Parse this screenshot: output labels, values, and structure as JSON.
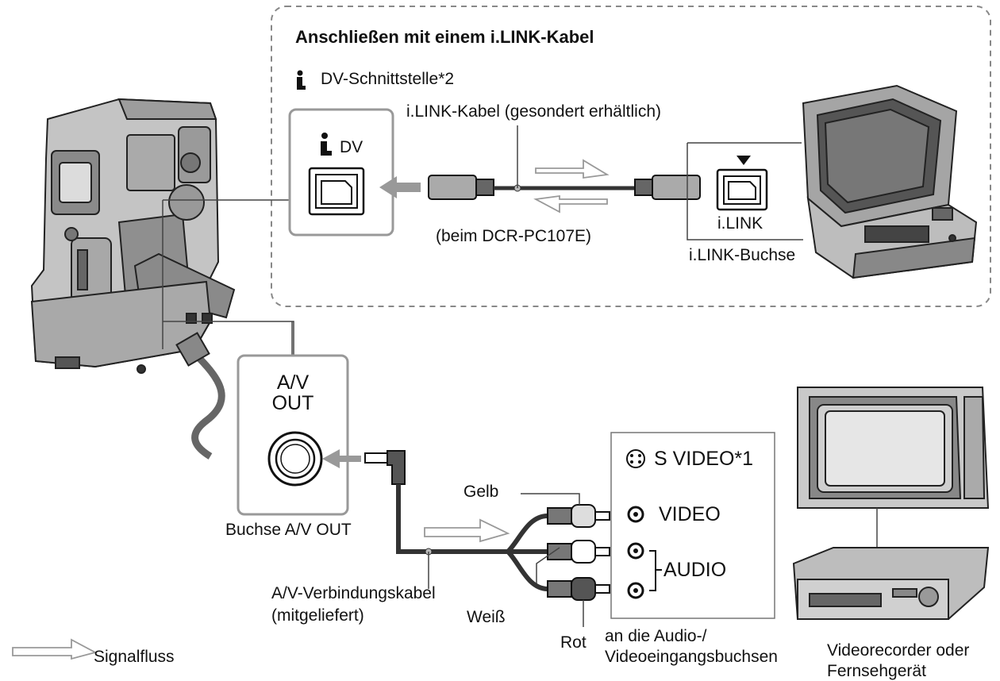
{
  "ilink_section": {
    "title": "Anschließen mit einem i.LINK-Kabel",
    "interface_label": "DV-Schnittstelle*2",
    "port_label": "DV",
    "cable_label": "i.LINK-Kabel (gesondert erhältlich)",
    "model_note": "(beim DCR-PC107E)",
    "device_port_label": "i.LINK",
    "jack_label": "i.LINK-Buchse"
  },
  "av_section": {
    "port_label_1": "A/V",
    "port_label_2": "OUT",
    "jack_label": "Buchse A/V OUT",
    "cable_label_1": "A/V-Verbindungskabel",
    "cable_label_2": "(mitgeliefert)",
    "wire_yellow": "Gelb",
    "wire_white": "Weiß",
    "wire_red": "Rot",
    "svideo_label": "S VIDEO*1",
    "video_label": "VIDEO",
    "audio_label": "AUDIO",
    "input_label_1": "an die Audio-/",
    "input_label_2": "Videoeingangsbuchsen",
    "device_label_1": "Videorecorder oder",
    "device_label_2": "Fernsehgerät"
  },
  "legend": {
    "signal_flow": "Signalfluss"
  },
  "icons": [
    "ilink-icon",
    "svideo-icon",
    "arrow-icon",
    "signal-flow-arrow-icon"
  ]
}
